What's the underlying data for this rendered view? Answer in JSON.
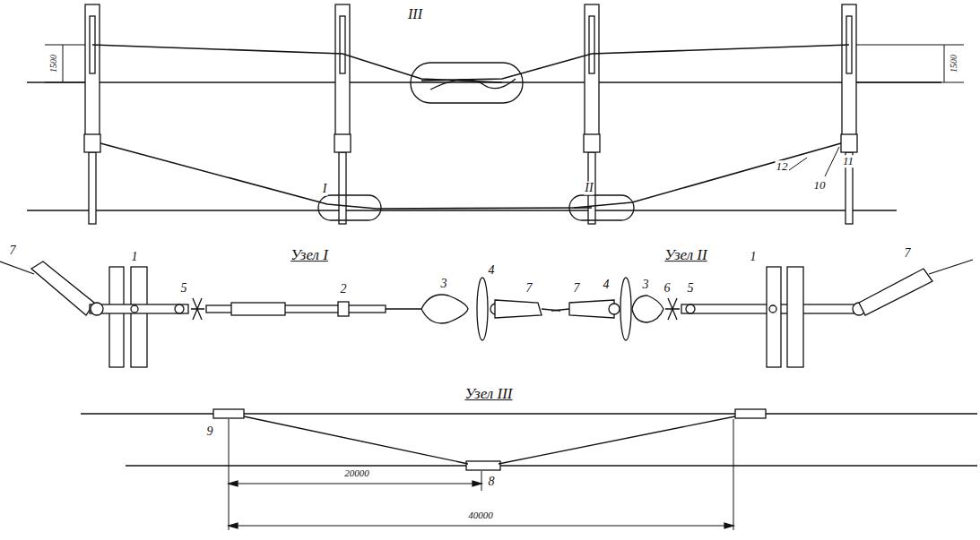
{
  "diagram": {
    "labels": [
      "1500",
      "III",
      "1500",
      "I",
      "II",
      "12",
      "10",
      "11",
      "Узел I",
      "Узел II",
      "7",
      "1",
      "5",
      "2",
      "3",
      "4",
      "7",
      "7",
      "4",
      "3",
      "6",
      "5",
      "1",
      "7",
      "Узел III",
      "9",
      "8",
      "20000",
      "40000"
    ]
  }
}
